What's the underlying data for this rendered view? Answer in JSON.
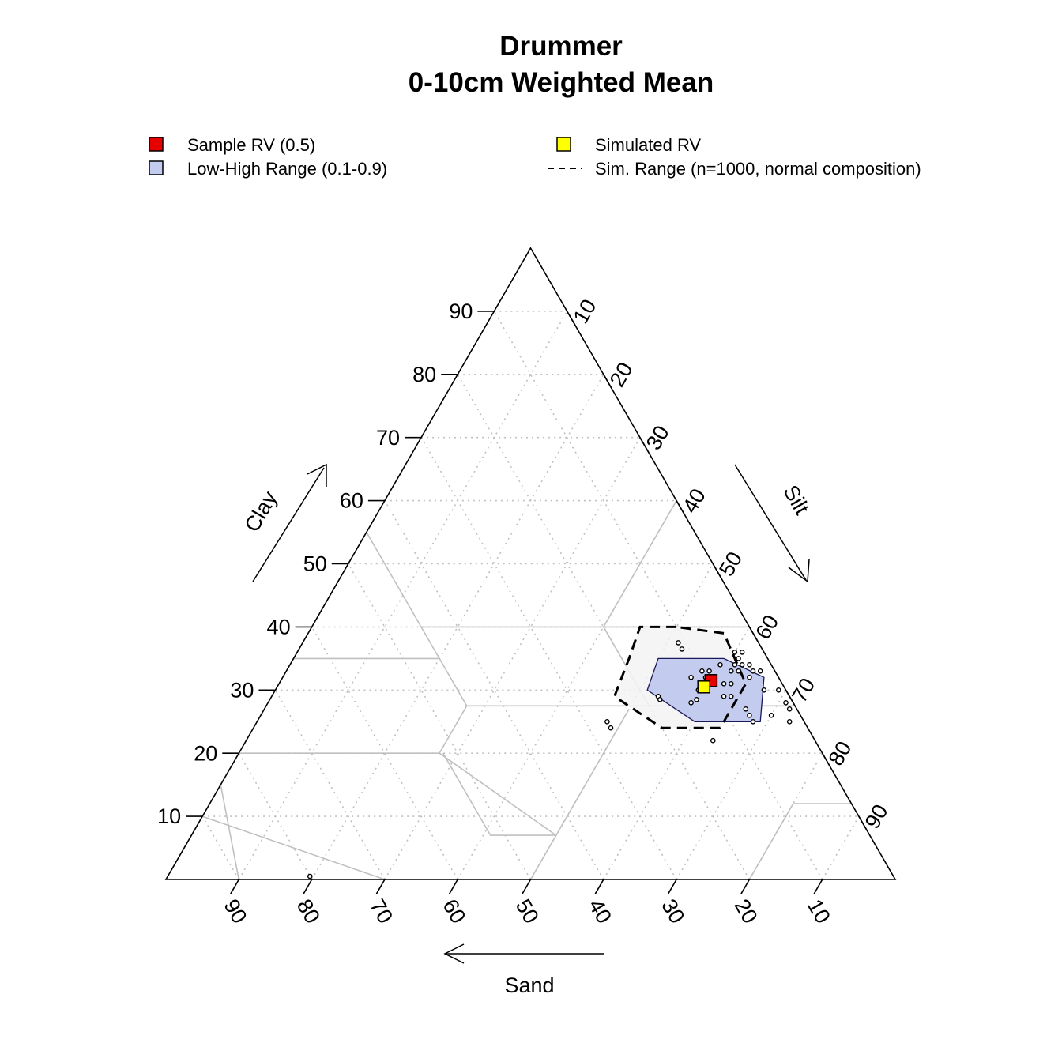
{
  "chart_data": {
    "type": "ternary-scatter",
    "title": "Drummer",
    "subtitle": "0-10cm Weighted Mean",
    "axes": {
      "clay": {
        "label": "Clay",
        "ticks": [
          "10",
          "20",
          "30",
          "40",
          "50",
          "60",
          "70",
          "80",
          "90"
        ]
      },
      "silt": {
        "label": "Silt",
        "ticks": [
          "10",
          "20",
          "30",
          "40",
          "50",
          "60",
          "70",
          "80",
          "90"
        ]
      },
      "sand": {
        "label": "Sand",
        "ticks": [
          "90",
          "80",
          "70",
          "60",
          "50",
          "40",
          "30",
          "20",
          "10"
        ]
      }
    },
    "grid": true,
    "legend": {
      "placement": "top",
      "items": [
        {
          "label": "Sample RV (0.5)",
          "type": "square",
          "color": "#e60000"
        },
        {
          "label": "Simulated RV",
          "type": "square",
          "color": "#ffff00"
        },
        {
          "label": "Low-High Range (0.1-0.9)",
          "type": "square",
          "color": "#c3cbef"
        },
        {
          "label": "Sim. Range (n=1000, normal composition)",
          "type": "dashed",
          "color": "#000000"
        }
      ]
    },
    "colors": {
      "low_high_fill": "#c3cbef",
      "sim_range_fill": "#f3f3f3",
      "sample_rv": "#e60000",
      "simulated_rv": "#ffff00",
      "texture_lines": "#c0c0c0",
      "grid": "#c0c0c0"
    },
    "sample_rv": {
      "sand": 9.5,
      "silt": 59,
      "clay": 31.5
    },
    "simulated_rv": {
      "sand": 11,
      "silt": 58.5,
      "clay": 30.5
    },
    "low_high_range": [
      {
        "sand": 6,
        "silt": 59,
        "clay": 35
      },
      {
        "sand": 15,
        "silt": 50,
        "clay": 35
      },
      {
        "sand": 19,
        "silt": 51,
        "clay": 30
      },
      {
        "sand": 15,
        "silt": 60,
        "clay": 25
      },
      {
        "sand": 6,
        "silt": 69,
        "clay": 25
      },
      {
        "sand": 2,
        "silt": 66,
        "clay": 32
      }
    ],
    "sim_range": [
      {
        "sand": 10,
        "silt": 50,
        "clay": 40
      },
      {
        "sand": 15,
        "silt": 45,
        "clay": 40
      },
      {
        "sand": 19,
        "silt": 46,
        "clay": 35
      },
      {
        "sand": 24,
        "silt": 47,
        "clay": 29
      },
      {
        "sand": 20,
        "silt": 56,
        "clay": 24
      },
      {
        "sand": 12,
        "silt": 64,
        "clay": 24
      },
      {
        "sand": 5,
        "silt": 64,
        "clay": 31
      },
      {
        "sand": 4,
        "silt": 57,
        "clay": 39
      },
      {
        "sand": 10,
        "silt": 50,
        "clay": 40
      }
    ],
    "samples": [
      {
        "sand": 11,
        "silt": 51.5,
        "clay": 37.5
      },
      {
        "sand": 11,
        "silt": 52.5,
        "clay": 36.5
      },
      {
        "sand": 4,
        "silt": 60,
        "clay": 36
      },
      {
        "sand": 3,
        "silt": 61,
        "clay": 36
      },
      {
        "sand": 4,
        "silt": 61,
        "clay": 35
      },
      {
        "sand": 5,
        "silt": 61,
        "clay": 34
      },
      {
        "sand": 7,
        "silt": 59,
        "clay": 34
      },
      {
        "sand": 3,
        "silt": 63,
        "clay": 34
      },
      {
        "sand": 4,
        "silt": 62,
        "clay": 34
      },
      {
        "sand": 3,
        "silt": 64,
        "clay": 33
      },
      {
        "sand": 9,
        "silt": 58,
        "clay": 33
      },
      {
        "sand": 10,
        "silt": 57,
        "clay": 33
      },
      {
        "sand": 5,
        "silt": 62,
        "clay": 33
      },
      {
        "sand": 6,
        "silt": 61,
        "clay": 33
      },
      {
        "sand": 2,
        "silt": 65,
        "clay": 33
      },
      {
        "sand": 4,
        "silt": 64,
        "clay": 32
      },
      {
        "sand": 12,
        "silt": 56,
        "clay": 32
      },
      {
        "sand": 10,
        "silt": 58,
        "clay": 32
      },
      {
        "sand": 7,
        "silt": 62,
        "clay": 31
      },
      {
        "sand": 8,
        "silt": 61,
        "clay": 31
      },
      {
        "sand": 3,
        "silt": 67,
        "clay": 30
      },
      {
        "sand": 12,
        "silt": 58,
        "clay": 30
      },
      {
        "sand": 1,
        "silt": 69,
        "clay": 30
      },
      {
        "sand": 9,
        "silt": 62,
        "clay": 29
      },
      {
        "sand": 8,
        "silt": 63,
        "clay": 29
      },
      {
        "sand": 18,
        "silt": 53,
        "clay": 29
      },
      {
        "sand": 18,
        "silt": 53.5,
        "clay": 28.5
      },
      {
        "sand": 13,
        "silt": 58.5,
        "clay": 28.5
      },
      {
        "sand": 14,
        "silt": 58,
        "clay": 28
      },
      {
        "sand": 1,
        "silt": 71,
        "clay": 28
      },
      {
        "sand": 7,
        "silt": 66,
        "clay": 27
      },
      {
        "sand": 1,
        "silt": 72,
        "clay": 27
      },
      {
        "sand": 7,
        "silt": 67,
        "clay": 26
      },
      {
        "sand": 4,
        "silt": 70,
        "clay": 26
      },
      {
        "sand": 7,
        "silt": 68,
        "clay": 25
      },
      {
        "sand": 2,
        "silt": 73,
        "clay": 25
      },
      {
        "sand": 27,
        "silt": 48,
        "clay": 25
      },
      {
        "sand": 27,
        "silt": 49,
        "clay": 24
      },
      {
        "sand": 14,
        "silt": 64,
        "clay": 22
      },
      {
        "sand": 80,
        "silt": 19.5,
        "clay": 0.5
      }
    ],
    "texture_classes": [
      [
        {
          "sand": 45,
          "silt": 0,
          "clay": 55
        },
        {
          "sand": 65,
          "silt": 0,
          "clay": 35
        },
        {
          "sand": 45,
          "silt": 20,
          "clay": 35
        },
        {
          "sand": 45,
          "silt": 15,
          "clay": 40
        },
        {
          "sand": 20,
          "silt": 40,
          "clay": 40
        },
        {
          "sand": 0,
          "silt": 60,
          "clay": 40
        }
      ],
      [
        {
          "sand": 45,
          "silt": 15,
          "clay": 40
        },
        {
          "sand": 45,
          "silt": 0,
          "clay": 55
        }
      ],
      [
        {
          "sand": 20,
          "silt": 40,
          "clay": 40
        },
        {
          "sand": 0,
          "silt": 40,
          "clay": 60
        }
      ],
      [
        {
          "sand": 45,
          "silt": 27.5,
          "clay": 27.5
        },
        {
          "sand": 20,
          "silt": 52.5,
          "clay": 27.5
        },
        {
          "sand": 20,
          "silt": 40,
          "clay": 40
        }
      ],
      [
        {
          "sand": 45,
          "silt": 20,
          "clay": 35
        },
        {
          "sand": 45,
          "silt": 27.5,
          "clay": 27.5
        },
        {
          "sand": 52.5,
          "silt": 27.5,
          "clay": 20
        },
        {
          "sand": 80,
          "silt": 0,
          "clay": 20
        }
      ],
      [
        {
          "sand": 52.5,
          "silt": 27.5,
          "clay": 20
        },
        {
          "sand": 43,
          "silt": 50,
          "clay": 7
        },
        {
          "sand": 23,
          "silt": 50,
          "clay": 27
        }
      ],
      [
        {
          "sand": 20,
          "silt": 52.5,
          "clay": 27.5
        },
        {
          "sand": 0,
          "silt": 72.5,
          "clay": 27.5
        }
      ],
      [
        {
          "sand": 43,
          "silt": 50,
          "clay": 7
        },
        {
          "sand": 52,
          "silt": 41,
          "clay": 7
        },
        {
          "sand": 52,
          "silt": 28,
          "clay": 20
        }
      ],
      [
        {
          "sand": 43,
          "silt": 50,
          "clay": 7
        },
        {
          "sand": 50,
          "silt": 50,
          "clay": 0
        }
      ],
      [
        {
          "sand": 20,
          "silt": 80,
          "clay": 0
        },
        {
          "sand": 8,
          "silt": 80,
          "clay": 12
        },
        {
          "sand": 0,
          "silt": 88,
          "clay": 12
        }
      ],
      [
        {
          "sand": 90,
          "silt": 10,
          "clay": 0
        },
        {
          "sand": 85,
          "silt": 0,
          "clay": 15
        }
      ],
      [
        {
          "sand": 70,
          "silt": 30,
          "clay": 0
        },
        {
          "sand": 90,
          "silt": 0,
          "clay": 10
        }
      ]
    ]
  }
}
